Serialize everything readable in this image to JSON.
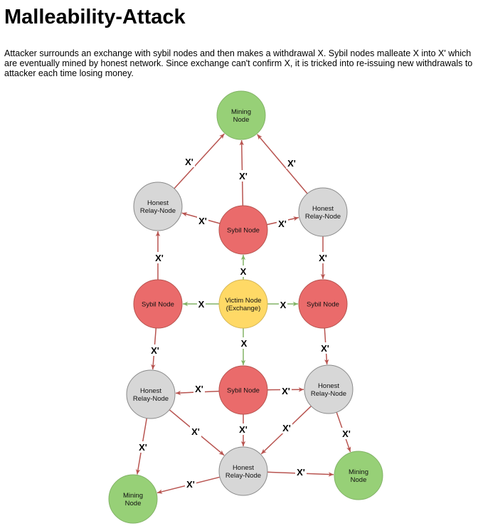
{
  "title": "Malleability-Attack",
  "description": "Attacker surrounds an exchange with sybil nodes and then makes a withdrawal X. Sybil nodes malleate X into X' which are eventually mined by honest network. Since exchange can't confirm X, it is tricked into re-issuing new withdrawals to attacker each time losing money.",
  "colors": {
    "mining": {
      "fill": "#97d077",
      "stroke": "#82b366"
    },
    "honest": {
      "fill": "#d7d7d7",
      "stroke": "#8a8a8a"
    },
    "sybil": {
      "fill": "#ea6b6b",
      "stroke": "#b85450"
    },
    "victim": {
      "fill": "#ffd966",
      "stroke": "#d6b656"
    },
    "red_edge": "#b85450",
    "green_edge": "#82b366"
  },
  "nodes": [
    {
      "id": "mining-top",
      "kind": "mining",
      "lines": [
        "Mining",
        "Node"
      ]
    },
    {
      "id": "honest-top-left",
      "kind": "honest",
      "lines": [
        "Honest",
        "Relay-Node"
      ]
    },
    {
      "id": "sybil-top",
      "kind": "sybil",
      "lines": [
        "Sybil Node"
      ]
    },
    {
      "id": "honest-top-right",
      "kind": "honest",
      "lines": [
        "Honest",
        "Relay-Node"
      ]
    },
    {
      "id": "sybil-left",
      "kind": "sybil",
      "lines": [
        "Sybil Node"
      ]
    },
    {
      "id": "victim",
      "kind": "victim",
      "lines": [
        "Victim Node",
        "(Exchange)"
      ]
    },
    {
      "id": "sybil-right",
      "kind": "sybil",
      "lines": [
        "Sybil Node"
      ]
    },
    {
      "id": "honest-bottom-left",
      "kind": "honest",
      "lines": [
        "Honest",
        "Relay-Node"
      ]
    },
    {
      "id": "sybil-bottom",
      "kind": "sybil",
      "lines": [
        "Sybil Node"
      ]
    },
    {
      "id": "honest-bottom-right",
      "kind": "honest",
      "lines": [
        "Honest",
        "Relay-Node"
      ]
    },
    {
      "id": "honest-bottom-center",
      "kind": "honest",
      "lines": [
        "Honest",
        "Relay-Node"
      ]
    },
    {
      "id": "mining-bottom-left",
      "kind": "mining",
      "lines": [
        "Mining",
        "Node"
      ]
    },
    {
      "id": "mining-bottom-right",
      "kind": "mining",
      "lines": [
        "Mining",
        "Node"
      ]
    }
  ],
  "edges": [
    {
      "from": "victim",
      "to": "sybil-top",
      "label": "X",
      "color": "green"
    },
    {
      "from": "victim",
      "to": "sybil-left",
      "label": "X",
      "color": "green"
    },
    {
      "from": "victim",
      "to": "sybil-right",
      "label": "X",
      "color": "green"
    },
    {
      "from": "victim",
      "to": "sybil-bottom",
      "label": "X",
      "color": "green"
    },
    {
      "from": "honest-top-left",
      "to": "mining-top",
      "label": "X'",
      "color": "red"
    },
    {
      "from": "sybil-top",
      "to": "mining-top",
      "label": "X'",
      "color": "red"
    },
    {
      "from": "honest-top-right",
      "to": "mining-top",
      "label": "X'",
      "color": "red"
    },
    {
      "from": "sybil-top",
      "to": "honest-top-left",
      "label": "X'",
      "color": "red"
    },
    {
      "from": "sybil-top",
      "to": "honest-top-right",
      "label": "X'",
      "color": "red"
    },
    {
      "from": "sybil-left",
      "to": "honest-top-left",
      "label": "X'",
      "color": "red"
    },
    {
      "from": "honest-top-right",
      "to": "sybil-right",
      "label": "X'",
      "color": "red"
    },
    {
      "from": "sybil-left",
      "to": "honest-bottom-left",
      "label": "X'",
      "color": "red"
    },
    {
      "from": "sybil-right",
      "to": "honest-bottom-right",
      "label": "X'",
      "color": "red"
    },
    {
      "from": "sybil-bottom",
      "to": "honest-bottom-left",
      "label": "X'",
      "color": "red"
    },
    {
      "from": "sybil-bottom",
      "to": "honest-bottom-right",
      "label": "X'",
      "color": "red"
    },
    {
      "from": "sybil-bottom",
      "to": "honest-bottom-center",
      "label": "X'",
      "color": "red"
    },
    {
      "from": "honest-bottom-left",
      "to": "honest-bottom-center",
      "label": "X'",
      "color": "red"
    },
    {
      "from": "honest-bottom-right",
      "to": "honest-bottom-center",
      "label": "X'",
      "color": "red"
    },
    {
      "from": "honest-bottom-left",
      "to": "mining-bottom-left",
      "label": "X'",
      "color": "red"
    },
    {
      "from": "honest-bottom-center",
      "to": "mining-bottom-left",
      "label": "X'",
      "color": "red"
    },
    {
      "from": "honest-bottom-center",
      "to": "mining-bottom-right",
      "label": "X'",
      "color": "red"
    },
    {
      "from": "honest-bottom-right",
      "to": "mining-bottom-right",
      "label": "X'",
      "color": "red"
    }
  ]
}
